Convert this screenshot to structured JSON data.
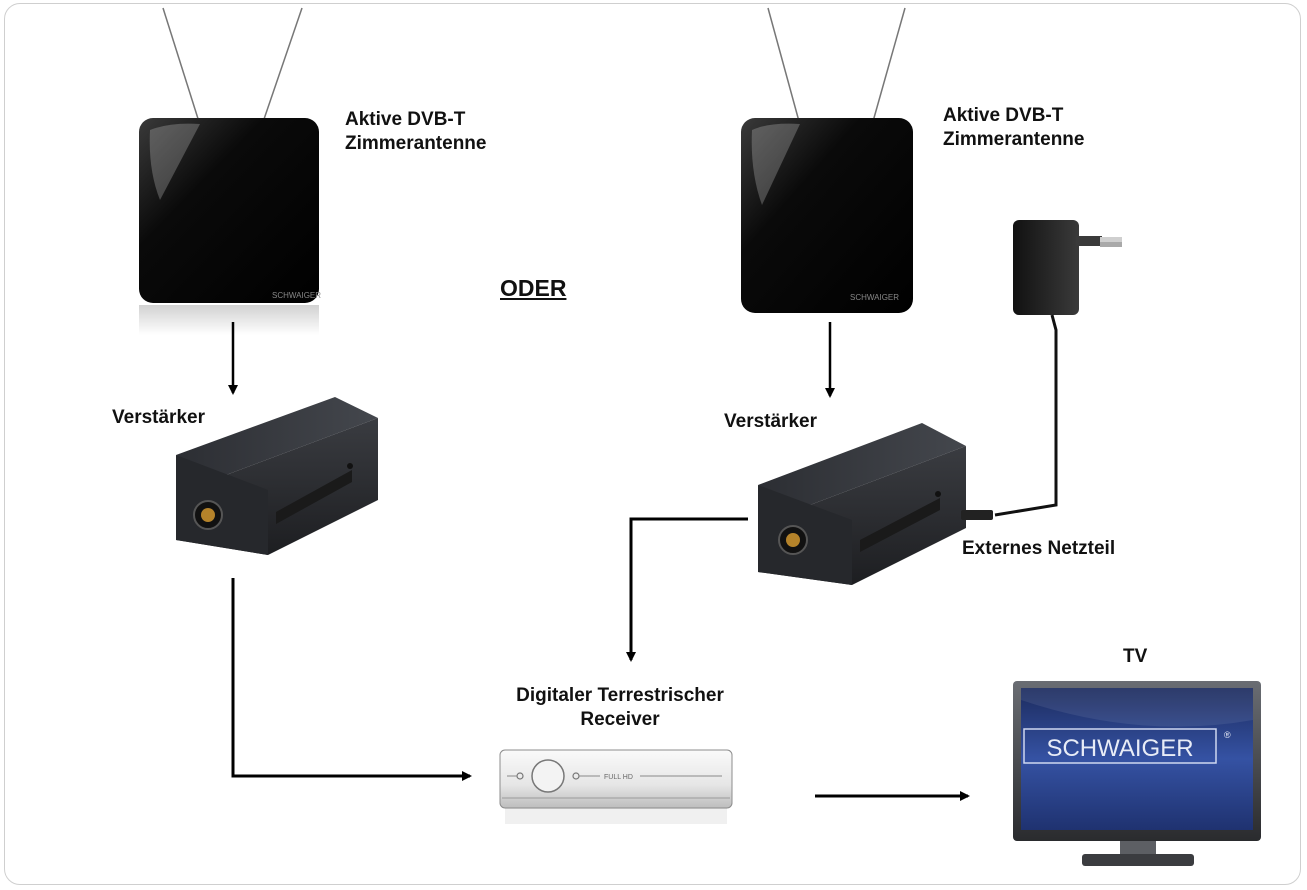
{
  "labels": {
    "antenna_left": [
      "Aktive DVB-T",
      "Zimmerantenne"
    ],
    "antenna_right": [
      "Aktive DVB-T",
      "Zimmerantenne"
    ],
    "oder": "ODER",
    "amp_left": "Verstärker",
    "amp_right": "Verstärker",
    "power_supply": "Externes Netzteil",
    "receiver": [
      "Digitaler Terrestrischer",
      "Receiver"
    ],
    "tv": "TV"
  },
  "brand": {
    "antenna_logo": "SCHWAIGER",
    "tv_logo": "SCHWAIGER",
    "registered": "®",
    "receiver_badge": "FULL HD"
  },
  "colors": {
    "device_black": "#0b0b0b",
    "amp_body": "#2a2c30",
    "tv_screen": "#2b3f7f",
    "arrow": "#000000",
    "frame": "#cfcfcf"
  }
}
